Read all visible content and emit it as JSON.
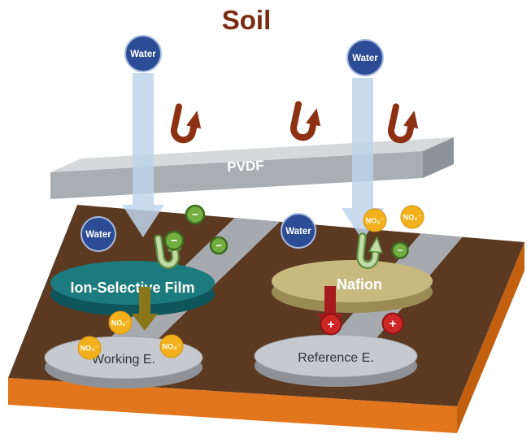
{
  "title": "Soil",
  "membrane": {
    "pvdf_label": "PVDF"
  },
  "left_stack": {
    "film_label": "Ion-Selective Film",
    "electrode_label": "Working E."
  },
  "right_stack": {
    "film_label": "Nafion",
    "electrode_label": "Reference E."
  },
  "particles": {
    "water_label": "Water",
    "nitrate_label": "NO₃⁻",
    "anion_label": "−",
    "cation_label": "+"
  },
  "colors": {
    "title": "#7A2A10",
    "board_top": "#5C3A22",
    "board_front": "#E2761D",
    "board_side": "#C2600F",
    "trace": "#A6AAAF",
    "pvdf_top": "#D6D9DC",
    "pvdf_front": "#A9AEB3",
    "pvdf_side": "#8E9399",
    "film_top": "#1B7B7E",
    "film_side": "#0E565C",
    "nafion_top": "#C8BA7F",
    "nafion_side": "#998B52",
    "electrode_top": "#C6CACE",
    "electrode_side": "#8E9297",
    "water_fill": "#2C4C96",
    "water_arrow": "#BDD3EB",
    "bounce_arrow": "#8E3012",
    "green_arrow_fill": "#C3DCA7",
    "green_arrow_stroke": "#5F8F3F",
    "anion_fill": "#74AE41",
    "nitrate_fill": "#F2B11C",
    "cation_fill": "#CC2627",
    "olive_arrow": "#8A7519",
    "red_arrow": "#A31B1B"
  }
}
